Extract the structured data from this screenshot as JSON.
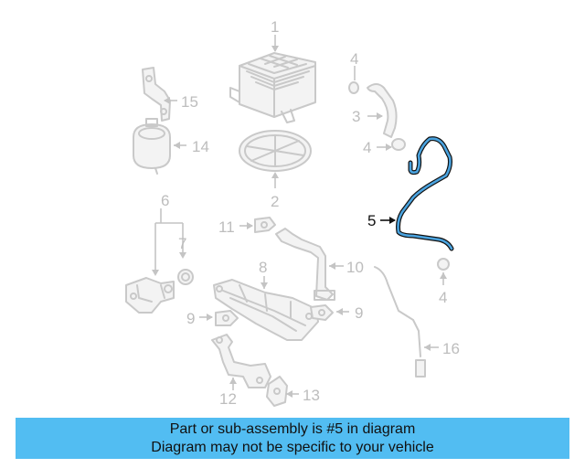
{
  "colors": {
    "highlight": "#4aa3df",
    "banner": "#52bdf2",
    "part_gray": "#c9c9c9"
  },
  "callouts": {
    "c1": "1",
    "c2": "2",
    "c3": "3",
    "c4a": "4",
    "c4b": "4",
    "c4c": "4",
    "c5": "5",
    "c6": "6",
    "c7": "7",
    "c8": "8",
    "c9a": "9",
    "c9b": "9",
    "c10": "10",
    "c11": "11",
    "c12": "12",
    "c13": "13",
    "c14": "14",
    "c15": "15",
    "c16": "16"
  },
  "banner": {
    "line1": "Part or sub-assembly is #5 in diagram",
    "line2": "Diagram may not be specific to your vehicle"
  }
}
